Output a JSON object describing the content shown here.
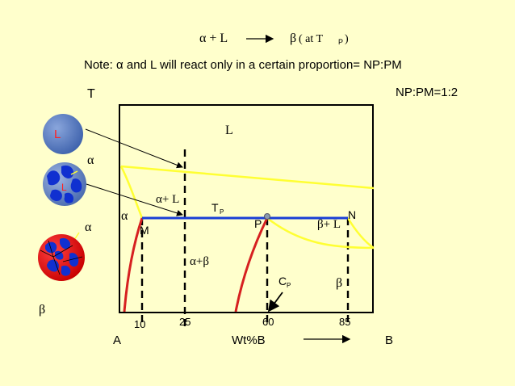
{
  "title": {
    "reactant": "α + L",
    "product": "β",
    "condition_prefix": "( at T",
    "condition_sub": "P",
    "condition_suffix": ")"
  },
  "note": "Note:  α and L will react only in a certain proportion= NP:PM",
  "ratio": "NP:PM=1:2",
  "axis": {
    "y_label": "T",
    "x_label": "Wt%B",
    "left_end": "A",
    "right_end": "B",
    "ticks": [
      "10",
      "25",
      "60",
      "85"
    ]
  },
  "regions": {
    "liquid": "L",
    "alpha_plus_liquid": "α+ L",
    "alpha": "α",
    "alpha_plus_beta": "α+β",
    "beta_plus_liquid": "β+ L",
    "beta": "β"
  },
  "labels": {
    "tp_main": "T",
    "tp_sub": "P",
    "cp_main": "C",
    "cp_sub": "P",
    "point_m": "M",
    "point_p": "P",
    "point_n": "N"
  },
  "micro": {
    "liquid_label": "L",
    "alpha_label_1": "α",
    "liquid_label_2": "L",
    "alpha_label_2": "α",
    "beta_label": "β"
  },
  "colors": {
    "background": "#ffffcc",
    "liquidus": "#ffff33",
    "solidus_red": "#d62020",
    "peritectic_line": "#1a3fd6",
    "alpha_grain": "#1030d0",
    "beta_matrix": "#ee1111",
    "liquid_drop": "#5b7fc4"
  }
}
